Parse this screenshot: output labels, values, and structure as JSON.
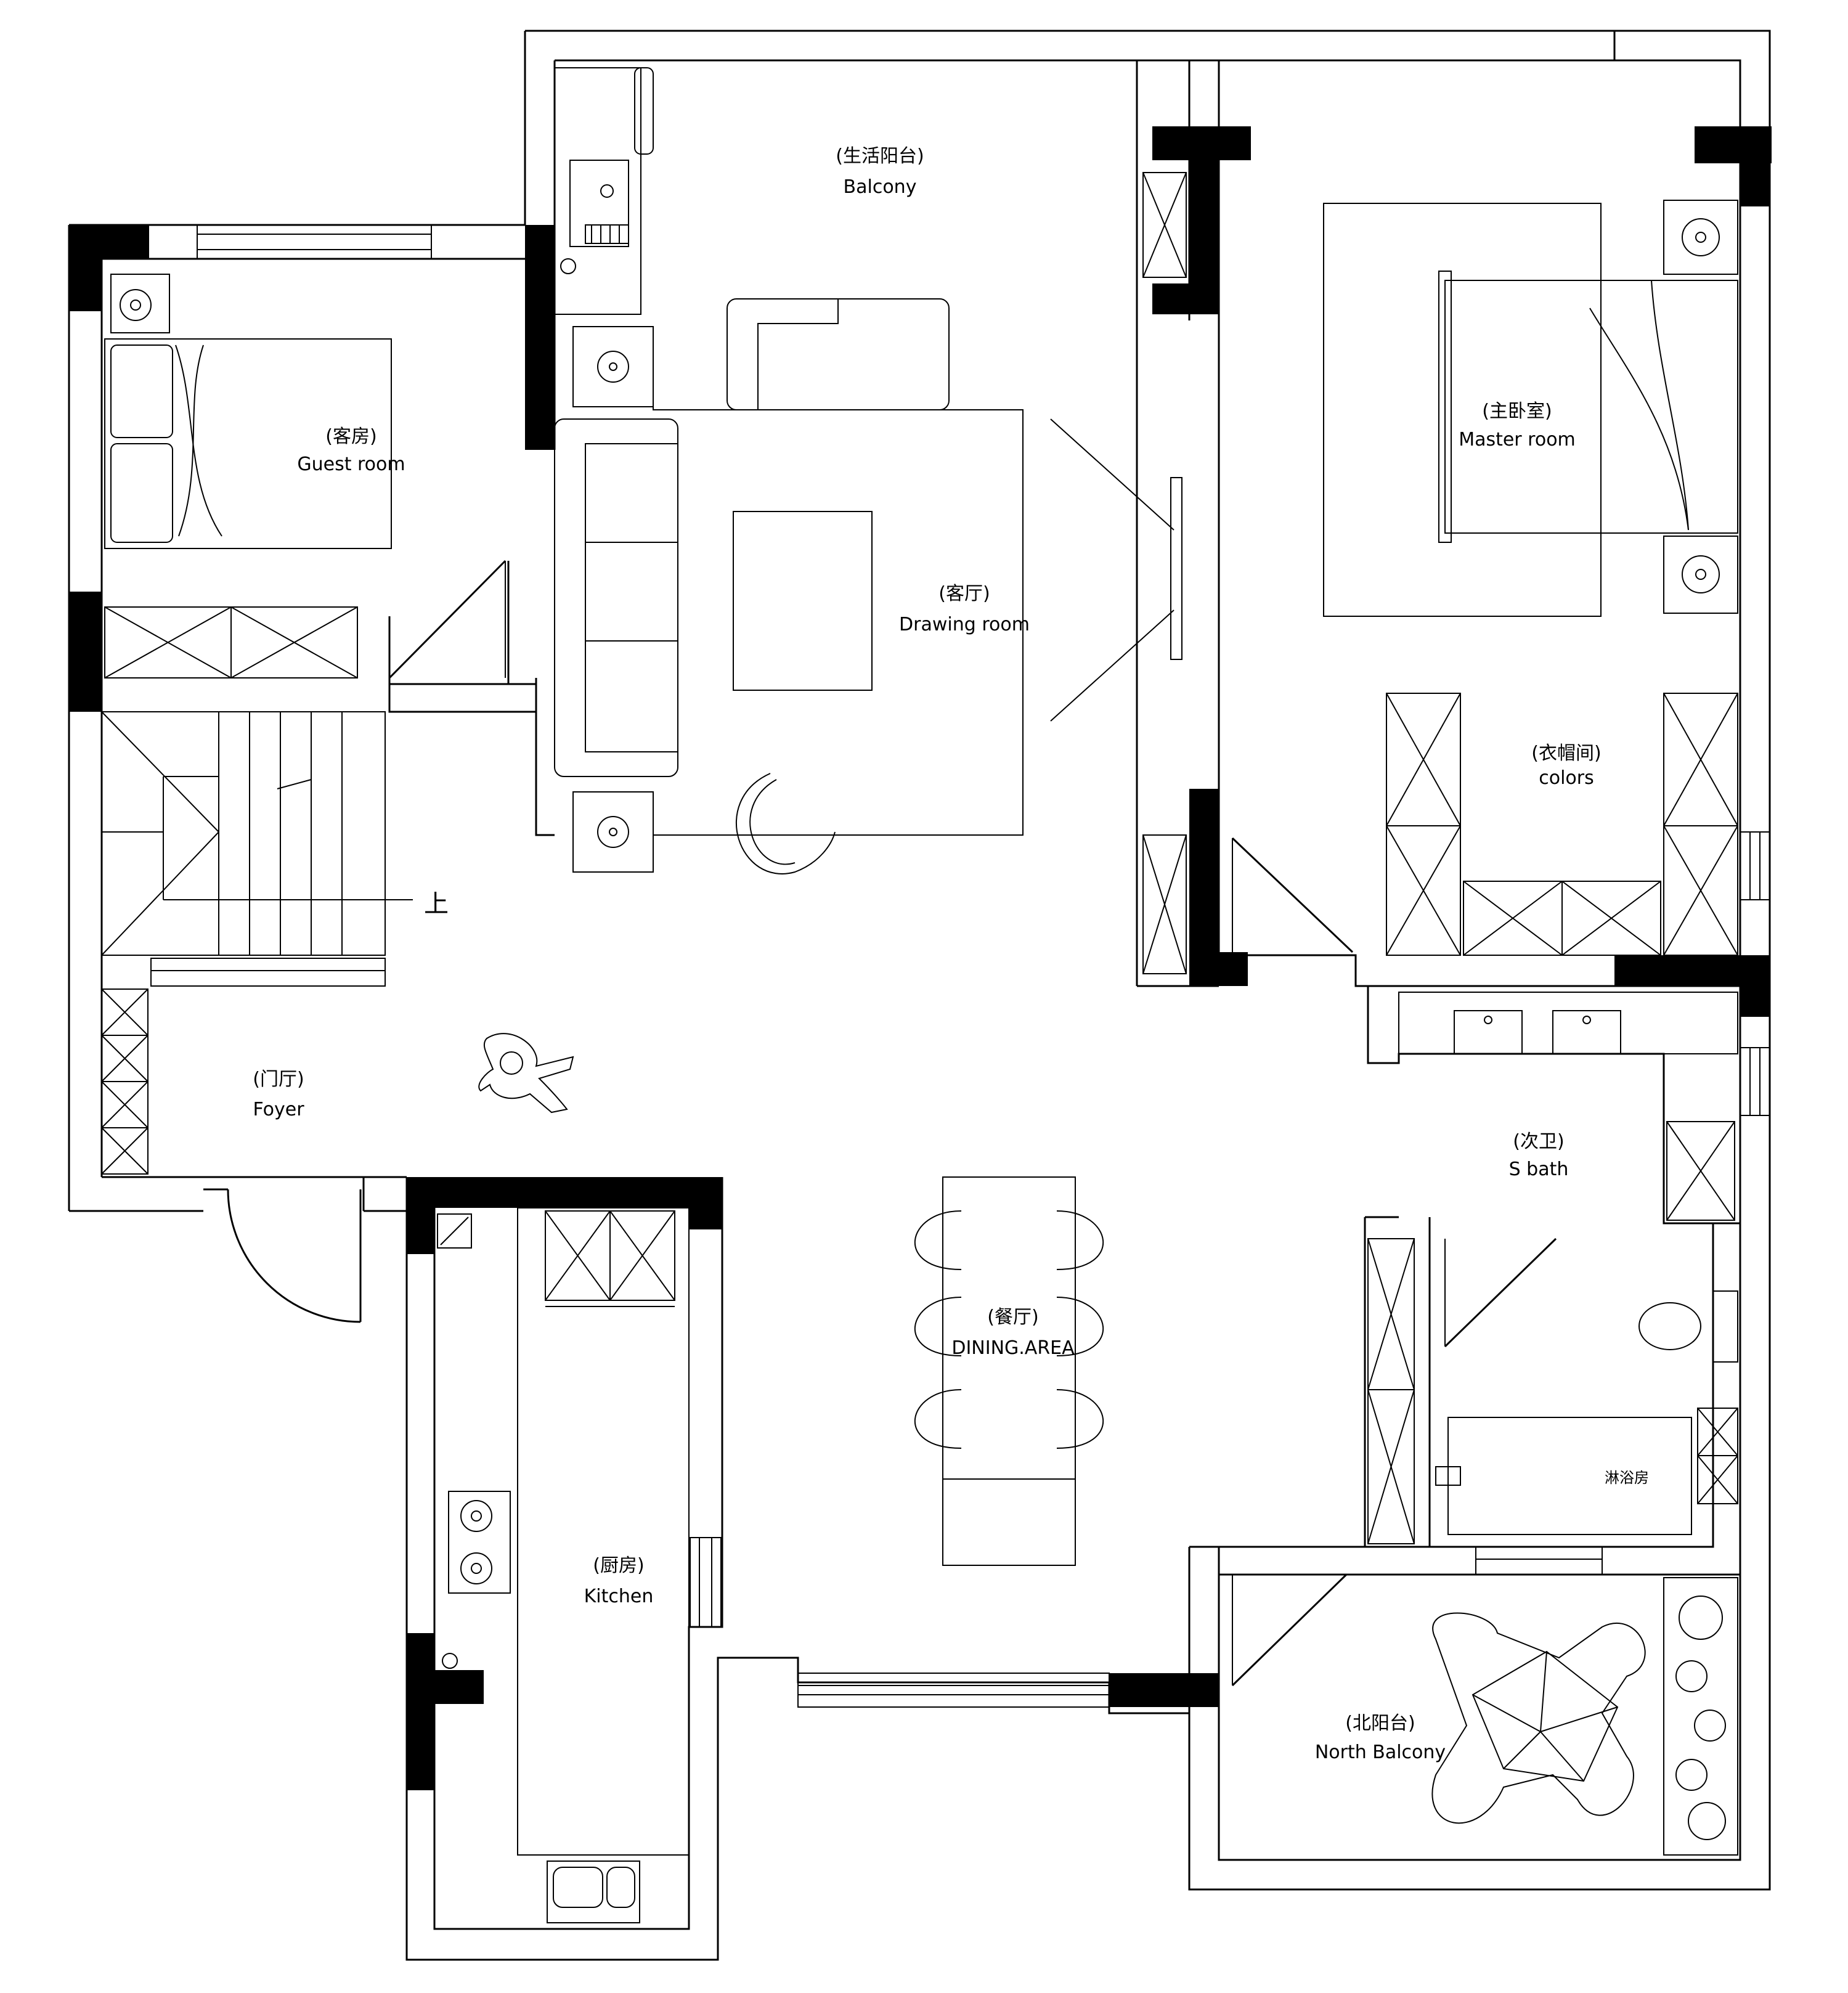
{
  "rooms": {
    "balcony": {
      "zh": "(生活阳台)",
      "en": "Balcony"
    },
    "guest": {
      "zh": "(客房)",
      "en": "Guest room"
    },
    "drawing": {
      "zh": "(客厅)",
      "en": "Drawing room"
    },
    "master": {
      "zh": "(主卧室)",
      "en": "Master room"
    },
    "cloak": {
      "zh": "(衣帽间)",
      "en": "colors"
    },
    "foyer": {
      "zh": "(门厅)",
      "en": "Foyer"
    },
    "sbath": {
      "zh": "(次卫)",
      "en": "S bath"
    },
    "dining": {
      "zh": "(餐厅)",
      "en": "DINING.AREA"
    },
    "kitchen": {
      "zh": "(厨房)",
      "en": "Kitchen"
    },
    "north_balcony": {
      "zh": "(北阳台)",
      "en": "North Balcony"
    }
  },
  "labels": {
    "stair_up": "上",
    "shower": "淋浴房"
  },
  "icons": {
    "plan": "floor-plan-drawing"
  }
}
